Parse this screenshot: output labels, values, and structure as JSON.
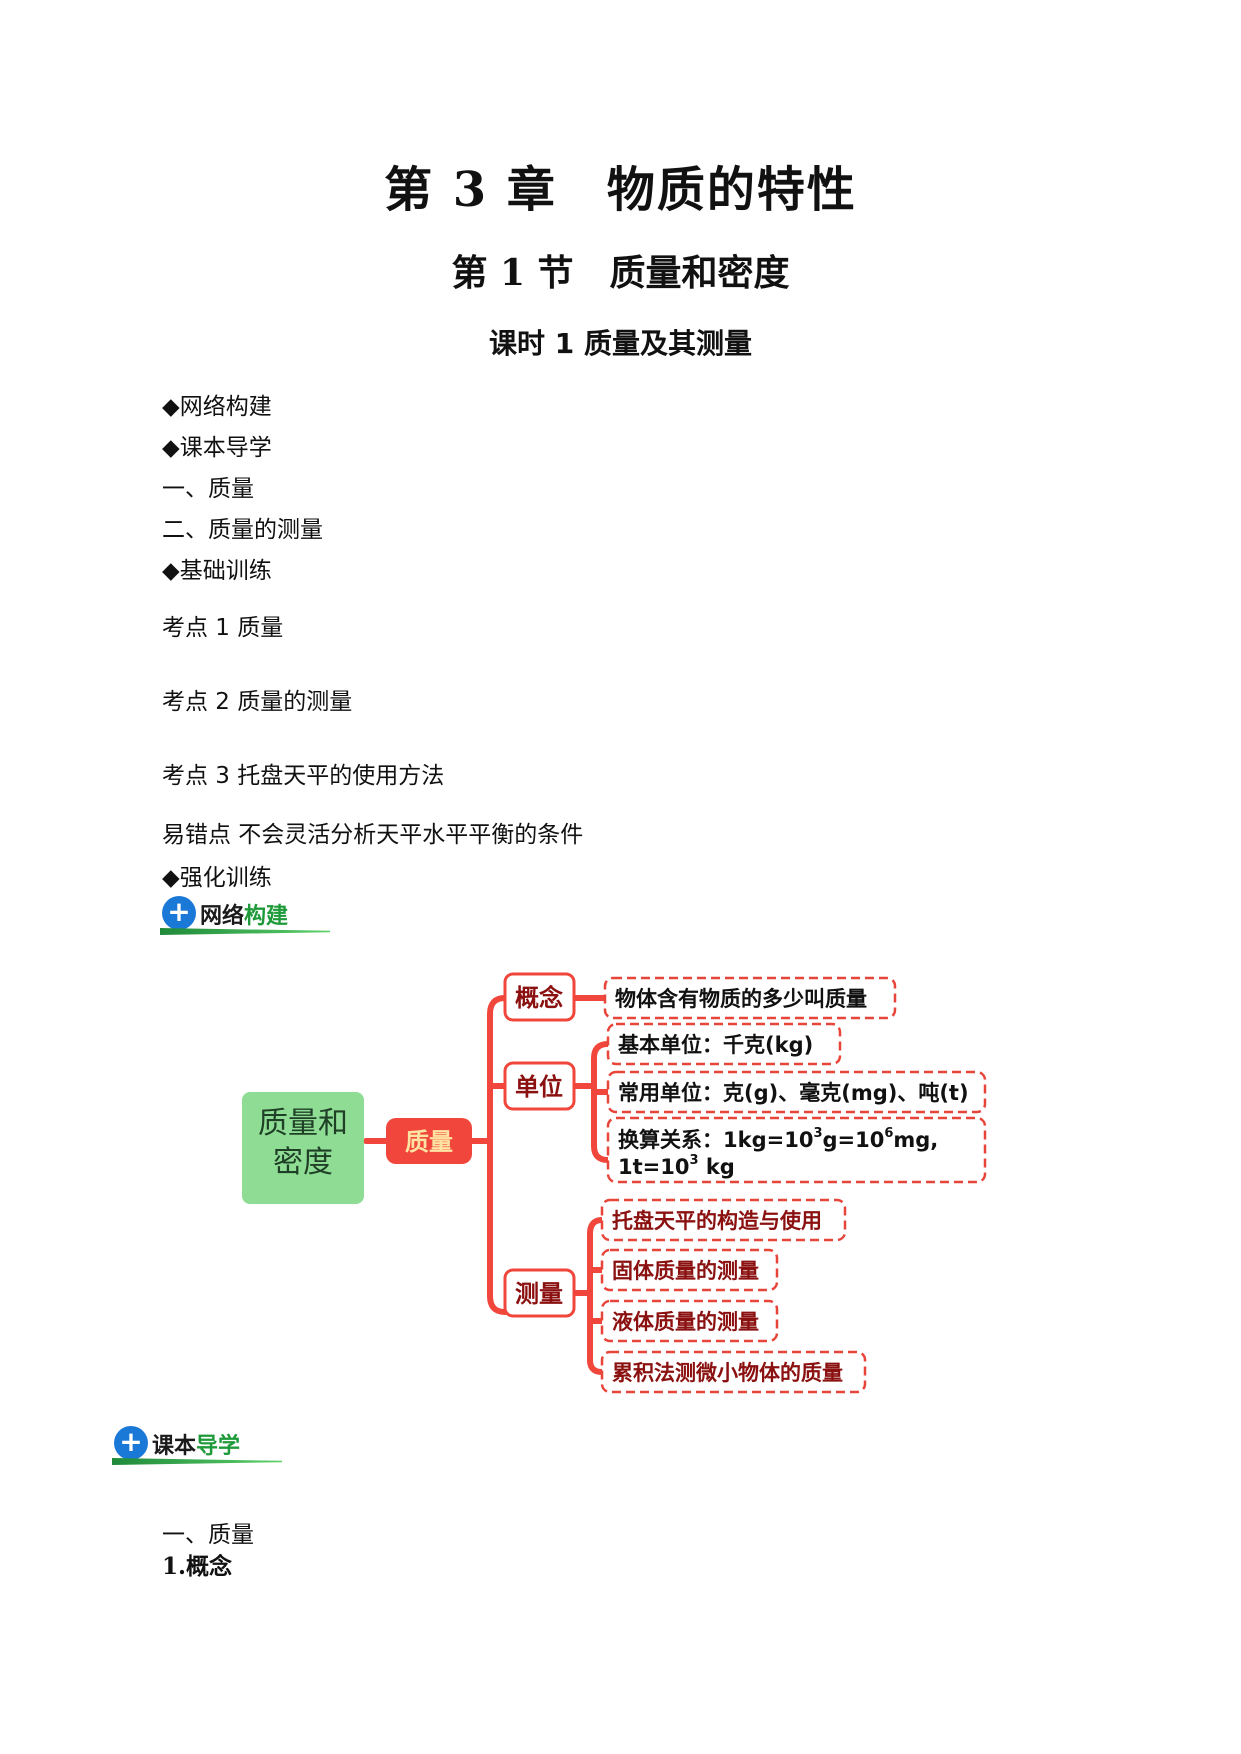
{
  "chapter_title": "第 3 章　物质的特性",
  "section_title": "第 1 节　质量和密度",
  "lesson_title": "课时 1  质量及其测量",
  "toc": [
    "◆网络构建",
    "◆课本导学",
    "一、质量",
    "二、质量的测量",
    "◆基础训练",
    "考点 1  质量",
    "考点 2  质量的测量",
    "考点 3  托盘天平的使用方法",
    "易错点  不会灵活分析天平水平平衡的条件",
    "◆强化训练"
  ],
  "badge_network": {
    "icon": "plus-circle-icon",
    "part1": "网络",
    "part2": "构建"
  },
  "badge_textbook": {
    "icon": "plus-circle-icon",
    "part1": "课本",
    "part2": "导学"
  },
  "mindmap": {
    "root_line1": "质量和",
    "root_line2": "密度",
    "center": "质量",
    "branch_concept": "概念",
    "branch_unit": "单位",
    "branch_measure": "测量",
    "leaf_concept": "物体含有物质的多少叫质量",
    "leaf_base_unit": "基本单位：千克(kg)",
    "leaf_common_unit": "常用单位：克(g)、毫克(mg)、吨(t)",
    "leaf_conversion_a": "换算关系：1kg=10",
    "leaf_conversion_sup1": "3",
    "leaf_conversion_b": "g=10",
    "leaf_conversion_sup2": "6",
    "leaf_conversion_c": "mg,",
    "leaf_conversion_d": "1t=10",
    "leaf_conversion_sup3": "3",
    "leaf_conversion_e": " kg",
    "leaf_balance": "托盘天平的构造与使用",
    "leaf_solid": "固体质量的测量",
    "leaf_liquid": "液体质量的测量",
    "leaf_accumulate": "累积法测微小物体的质量",
    "colors": {
      "root_bg": "#8fdc95",
      "center_bg": "#f0463c",
      "line": "#f0463c",
      "dash": "#e8453a",
      "branch_text": "#8b1010"
    }
  },
  "section_one": "一、质量",
  "item_one": "1.概念"
}
